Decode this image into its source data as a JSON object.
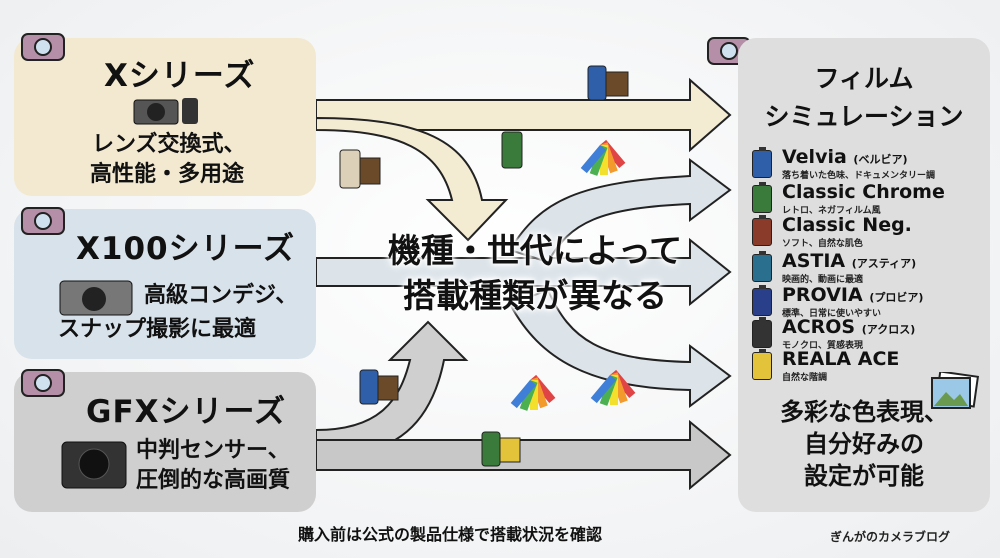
{
  "center_message": {
    "line1": "機種・世代によって",
    "line2": "搭載種類が異なる"
  },
  "series": [
    {
      "title": "Xシリーズ",
      "desc1": "レンズ交換式、",
      "desc2": "高性能・多用途",
      "color": "#f2e9d0"
    },
    {
      "title": "X100シリーズ",
      "desc1": "高級コンデジ、",
      "desc2": "スナップ撮影に最適",
      "color": "#d8e2ea"
    },
    {
      "title": "GFXシリーズ",
      "desc1": "中判センサー、",
      "desc2": "圧倒的な高画質",
      "color": "#cfcfcf"
    }
  ],
  "film_simulation": {
    "title1": "フィルム",
    "title2": "シミュレーション",
    "items": [
      {
        "name": "Velvia",
        "reading": "(ベルビア)",
        "desc": "落ち着いた色味、ドキュメンタリー調",
        "color": "#2f5fa8",
        "icon_label": "Velvia"
      },
      {
        "name": "Classic Chrome",
        "reading": "",
        "desc": "レトロ、ネガフィルム風",
        "color": "#3a7a3a",
        "icon_label": "Classic Chrome"
      },
      {
        "name": "Classic Neg.",
        "reading": "",
        "desc": "ソフト、自然な肌色",
        "color": "#8a3b2a",
        "icon_label": "Classic Neg."
      },
      {
        "name": "ASTIA",
        "reading": "(アスティア)",
        "desc": "映画的、動画に最適",
        "color": "#2b6f8f",
        "icon_label": "ASTIA"
      },
      {
        "name": "PROVIA",
        "reading": "(プロビア)",
        "desc": "標準、日常に使いやすい",
        "color": "#2a3f8a",
        "icon_label": "PROVIA"
      },
      {
        "name": "ACROS",
        "reading": "(アクロス)",
        "desc": "モノクロ、質感表現",
        "color": "#333333",
        "icon_label": "ACROS"
      },
      {
        "name": "REALA ACE",
        "reading": "",
        "desc": "自然な階調",
        "color": "#e3c33a",
        "icon_label": "REALA ACE"
      }
    ],
    "bottom1": "多彩な色表現、",
    "bottom2": "自分好みの",
    "bottom3": "設定が可能"
  },
  "footer": {
    "note": "購入前は公式の製品仕様で搭載状況を確認",
    "blog": "ぎんがのカメラブログ"
  },
  "icons": [
    "camera-icon",
    "film-canister-icon",
    "color-swatch-icon",
    "photo-icon"
  ]
}
